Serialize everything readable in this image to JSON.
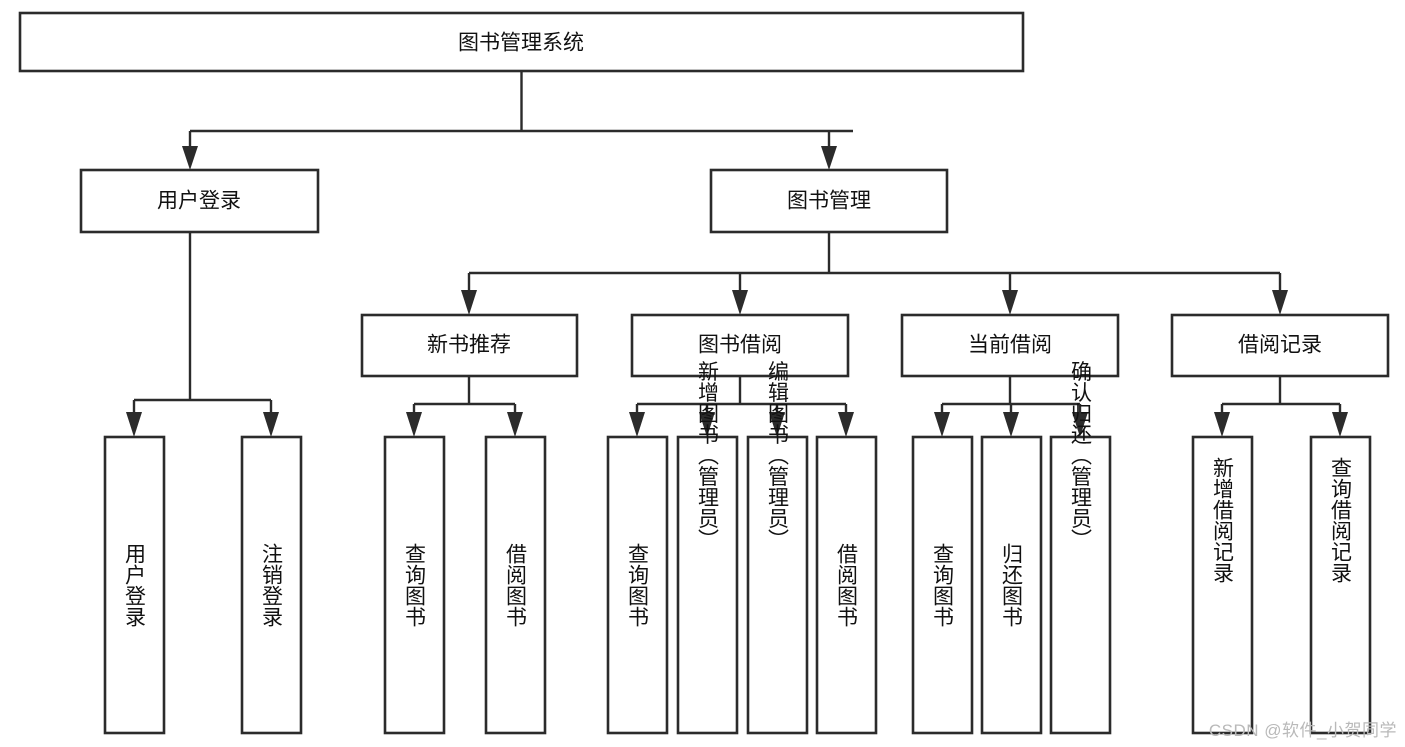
{
  "diagram": {
    "type": "tree-hierarchy",
    "title": "图书管理系统",
    "watermark": "CSDN @软件_小贺同学",
    "colors": {
      "box_stroke": "#2b2b2b",
      "box_fill": "#ffffff",
      "connector": "#2b2b2b",
      "text": "#111111",
      "watermark": "#b9b9b9",
      "background": "#ffffff"
    },
    "levels": [
      {
        "level": 1,
        "nodes": [
          {
            "id": "root",
            "label": "图书管理系统",
            "orientation": "horizontal"
          }
        ]
      },
      {
        "level": 2,
        "nodes": [
          {
            "id": "user-login",
            "label": "用户登录",
            "orientation": "horizontal",
            "parent": "root"
          },
          {
            "id": "book-manage",
            "label": "图书管理",
            "orientation": "horizontal",
            "parent": "root"
          }
        ]
      },
      {
        "level": 3,
        "nodes": [
          {
            "id": "new-book-rec",
            "label": "新书推荐",
            "orientation": "horizontal",
            "parent": "book-manage"
          },
          {
            "id": "book-borrow",
            "label": "图书借阅",
            "orientation": "horizontal",
            "parent": "book-manage"
          },
          {
            "id": "current-borrow",
            "label": "当前借阅",
            "orientation": "horizontal",
            "parent": "book-manage"
          },
          {
            "id": "borrow-record",
            "label": "借阅记录",
            "orientation": "horizontal",
            "parent": "book-manage"
          }
        ]
      },
      {
        "level": 4,
        "nodes": [
          {
            "id": "leaf-user-login",
            "label": "用户登录",
            "orientation": "vertical",
            "parent": "user-login"
          },
          {
            "id": "leaf-logout-login",
            "label": "注销登录",
            "orientation": "vertical",
            "parent": "user-login"
          },
          {
            "id": "leaf-query-book-1",
            "label": "查询图书",
            "orientation": "vertical",
            "parent": "new-book-rec"
          },
          {
            "id": "leaf-borrow-book-1",
            "label": "借阅图书",
            "orientation": "vertical",
            "parent": "new-book-rec"
          },
          {
            "id": "leaf-query-book-2",
            "label": "查询图书",
            "orientation": "vertical",
            "parent": "book-borrow"
          },
          {
            "id": "leaf-add-book",
            "label": "新增图书（管理员）",
            "orientation": "vertical",
            "parent": "book-borrow"
          },
          {
            "id": "leaf-edit-book",
            "label": "编辑图书（管理员）",
            "orientation": "vertical",
            "parent": "book-borrow"
          },
          {
            "id": "leaf-borrow-book-2",
            "label": "借阅图书",
            "orientation": "vertical",
            "parent": "book-borrow"
          },
          {
            "id": "leaf-query-book-3",
            "label": "查询图书",
            "orientation": "vertical",
            "parent": "current-borrow"
          },
          {
            "id": "leaf-return-book",
            "label": "归还图书",
            "orientation": "vertical",
            "parent": "current-borrow"
          },
          {
            "id": "leaf-confirm-return",
            "label": "确认归还（管理员）",
            "orientation": "vertical",
            "parent": "current-borrow"
          },
          {
            "id": "leaf-add-record",
            "label": "新增借阅记录",
            "orientation": "vertical",
            "parent": "borrow-record"
          },
          {
            "id": "leaf-query-record",
            "label": "查询借阅记录",
            "orientation": "vertical",
            "parent": "borrow-record"
          }
        ]
      }
    ]
  }
}
